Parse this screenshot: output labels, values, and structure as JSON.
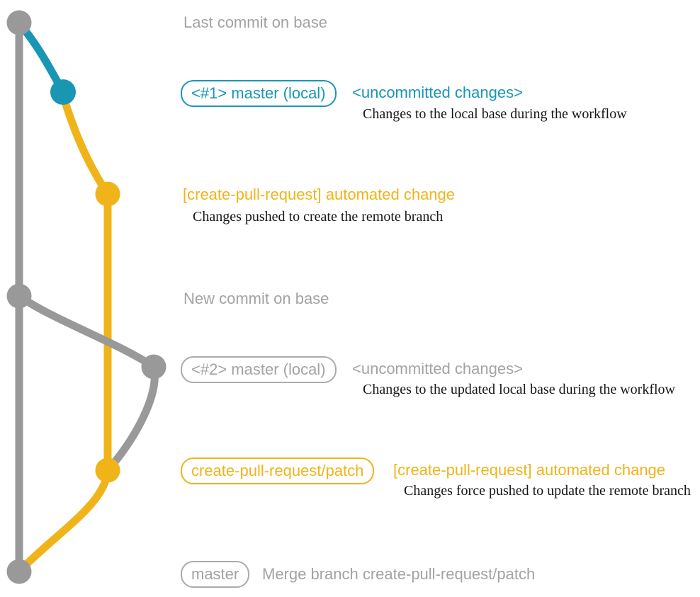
{
  "colors": {
    "background": "#ffffff",
    "graph_gray": "#999999",
    "label_gray": "#a3a3a3",
    "badge_gray_border": "#ababab",
    "teal": "#1996b4",
    "yellow": "#f0b41a",
    "detail_black": "#161616"
  },
  "rows": {
    "last_commit": {
      "label": "Last commit on base"
    },
    "master_local_1": {
      "badge": "<#1> master (local)",
      "heading": "<uncommitted changes>",
      "detail": "Changes to the local base during the workflow"
    },
    "automated_change_1": {
      "heading": "[create-pull-request] automated change",
      "detail": "Changes pushed to create the remote branch"
    },
    "new_commit": {
      "label": "New commit on base"
    },
    "master_local_2": {
      "badge": "<#2> master (local)",
      "heading": "<uncommitted changes>",
      "detail": "Changes to the updated local base during the workflow"
    },
    "automated_change_2": {
      "badge": "create-pull-request/patch",
      "heading": "[create-pull-request] automated change",
      "detail": "Changes force pushed to update the remote branch"
    },
    "merge": {
      "badge": "master",
      "label": "Merge branch create-pull-request/patch"
    }
  },
  "graph": {
    "type": "git-branch-diagram",
    "branches": [
      "base",
      "master (local)",
      "create-pull-request/patch"
    ],
    "commit_dots": [
      {
        "name": "last-commit-on-base",
        "color": "gray"
      },
      {
        "name": "uncommitted-changes-1",
        "color": "teal"
      },
      {
        "name": "automated-change-1",
        "color": "yellow"
      },
      {
        "name": "new-commit-on-base",
        "color": "gray"
      },
      {
        "name": "uncommitted-changes-2",
        "color": "gray"
      },
      {
        "name": "automated-change-2",
        "color": "yellow"
      },
      {
        "name": "merge-commit",
        "color": "gray"
      }
    ]
  }
}
